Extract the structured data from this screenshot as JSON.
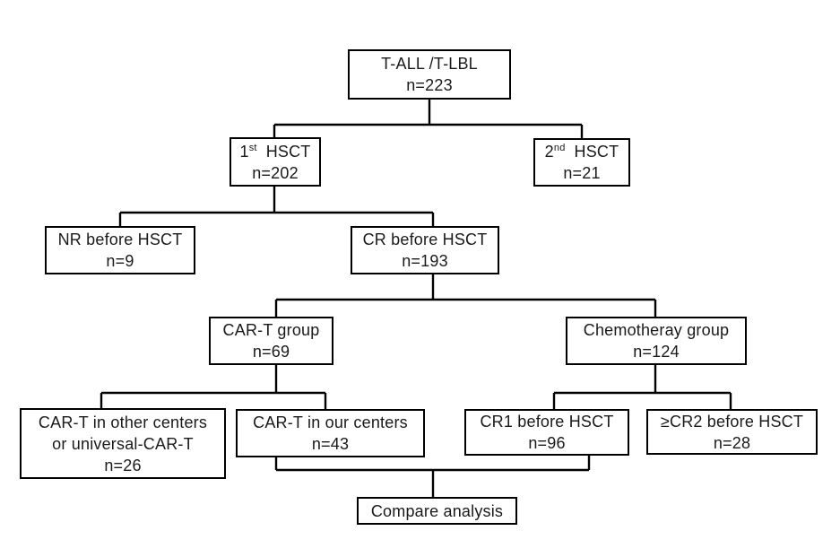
{
  "diagram": {
    "type": "flowchart",
    "colors": {
      "background": "#ffffff",
      "box_border": "#000000",
      "text": "#1a1a1a"
    },
    "nodes": {
      "t_all": {
        "line1": "T-ALL /T-LBL",
        "n": "n=223"
      },
      "hsct1": {
        "num": "1",
        "ord": "st",
        "label": "HSCT",
        "n": "n=202"
      },
      "hsct2": {
        "num": "2",
        "ord": "nd",
        "label": "HSCT",
        "n": "n=21"
      },
      "nr": {
        "line1": "NR before HSCT",
        "n": "n=9"
      },
      "cr": {
        "line1": "CR before HSCT",
        "n": "n=193"
      },
      "cart_group": {
        "line1": "CAR-T group",
        "n": "n=69"
      },
      "chemo_group": {
        "line1": "Chemotheray group",
        "n": "n=124"
      },
      "cart_other": {
        "line1": "CAR-T in other centers",
        "line2": "or universal-CAR-T",
        "n": "n=26"
      },
      "cart_our": {
        "line1": "CAR-T in our centers",
        "n": "n=43"
      },
      "cr1": {
        "line1": "CR1 before HSCT",
        "n": "n=96"
      },
      "cr2": {
        "line1": "≥CR2 before HSCT",
        "n": "n=28"
      },
      "compare": {
        "line1": "Compare analysis"
      }
    },
    "edges": [
      {
        "from": "t_all",
        "to": "hsct1"
      },
      {
        "from": "t_all",
        "to": "hsct2"
      },
      {
        "from": "hsct1",
        "to": "nr"
      },
      {
        "from": "hsct1",
        "to": "cr"
      },
      {
        "from": "cr",
        "to": "cart_group"
      },
      {
        "from": "cr",
        "to": "chemo_group"
      },
      {
        "from": "cart_group",
        "to": "cart_other"
      },
      {
        "from": "cart_group",
        "to": "cart_our"
      },
      {
        "from": "chemo_group",
        "to": "cr1"
      },
      {
        "from": "chemo_group",
        "to": "cr2"
      },
      {
        "from": "cart_our",
        "to": "compare"
      },
      {
        "from": "cr1",
        "to": "compare"
      }
    ]
  }
}
